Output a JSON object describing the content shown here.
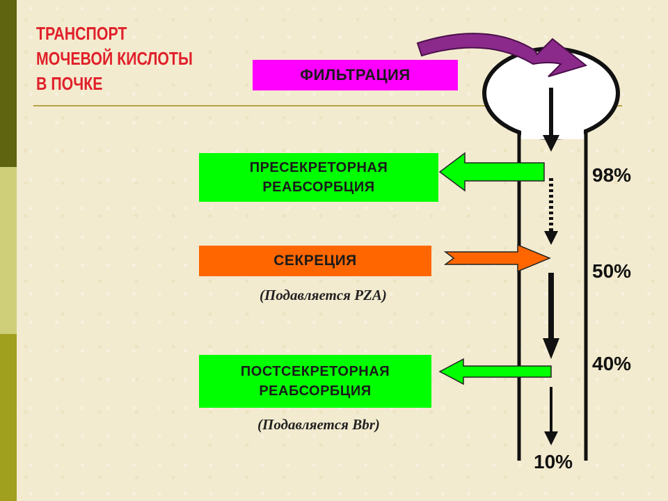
{
  "title": {
    "lines": [
      "ТРАНСПОРТ",
      "МОЧЕВОЙ КИСЛОТЫ",
      "В ПОЧКЕ"
    ]
  },
  "boxes": {
    "filtration": "ФИЛЬТРАЦИЯ",
    "presecretory": [
      "ПРЕСЕКРЕТОРНАЯ",
      "РЕАБСОРБЦИЯ"
    ],
    "secretion": "СЕКРЕЦИЯ",
    "postsecretory": [
      "ПОСТСЕКРЕТОРНАЯ",
      "РЕАБСОРБЦИЯ"
    ]
  },
  "notes": {
    "pza": "(Подавляется PZA)",
    "bbr": "(Подавляется Bbr)"
  },
  "percentages": {
    "p98": "98%",
    "p50": "50%",
    "p40": "40%",
    "p10": "10%"
  },
  "colors": {
    "title": "#e0202a",
    "filtration": "#ff00ff",
    "reabsorption": "#00ff00",
    "secretion": "#ff6600",
    "filter_arrow": "#8b2a8b"
  }
}
